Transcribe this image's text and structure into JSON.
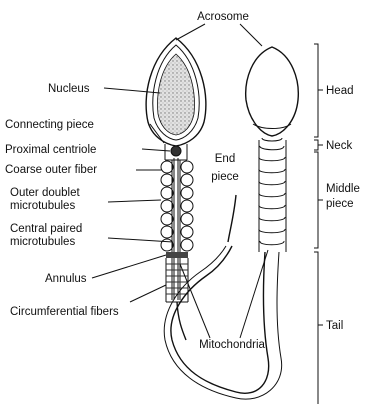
{
  "figure": {
    "labels": {
      "acrosome": "Acrosome",
      "nucleus": "Nucleus",
      "connecting_piece": "Connecting piece",
      "proximal_centriole": "Proximal centriole",
      "coarse_outer_fiber": "Coarse outer fiber",
      "outer_doublet_line1": "Outer doublet",
      "outer_doublet_line2": "microtubules",
      "central_paired_line1": "Central paired",
      "central_paired_line2": "microtubules",
      "annulus": "Annulus",
      "circumferential_fibers": "Circumferential fibers",
      "end_piece_line1": "End",
      "end_piece_line2": "piece",
      "mitochondria": "Mitochondria",
      "head": "Head",
      "neck": "Neck",
      "middle_piece_line1": "Middle",
      "middle_piece_line2": "piece",
      "tail": "Tail"
    },
    "colors": {
      "ink": "#111111",
      "background": "#ffffff",
      "nucleus_fill": "#d6d6d6",
      "head_fill": "#ffffff"
    }
  }
}
